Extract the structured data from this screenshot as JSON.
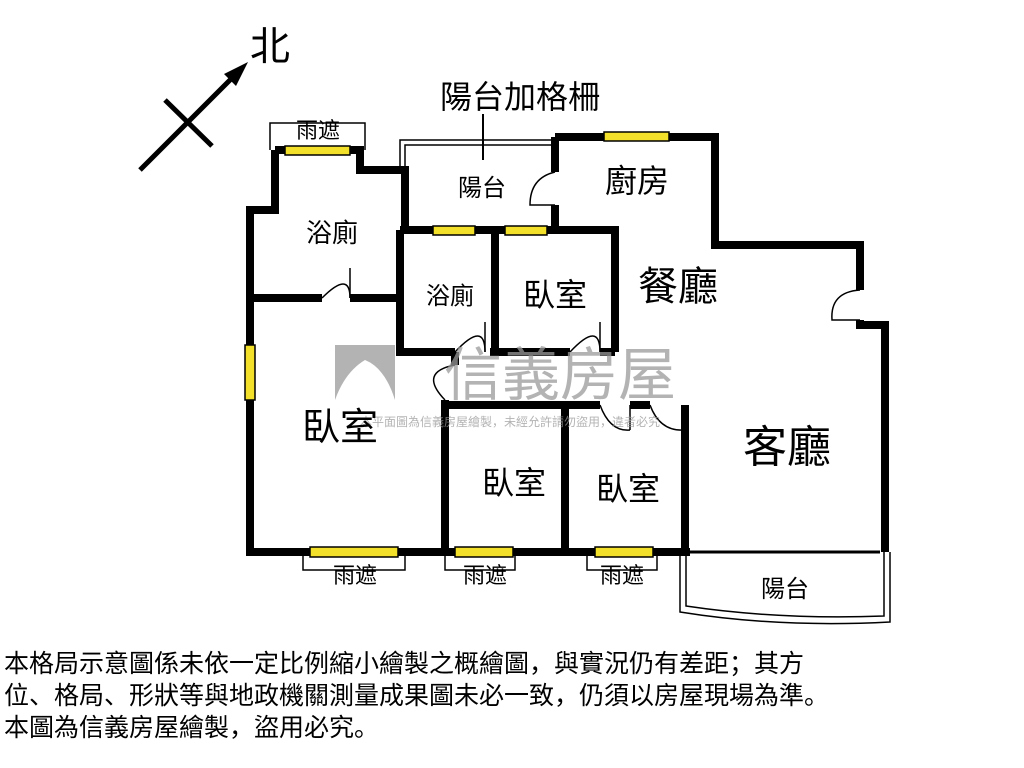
{
  "compass": {
    "north_label": "北"
  },
  "annotation": {
    "balcony_railing": "陽台加格柵"
  },
  "rooms": {
    "bath_left": "浴廁",
    "bath_mid": "浴廁",
    "balcony_top": "陽台",
    "kitchen": "廚房",
    "dining": "餐廳",
    "bedroom_small": "臥室",
    "bedroom_master": "臥室",
    "bedroom_mid": "臥室",
    "bedroom_right": "臥室",
    "living": "客廳",
    "balcony_bottom": "陽台"
  },
  "awnings": [
    "雨遮",
    "雨遮",
    "雨遮",
    "雨遮"
  ],
  "watermark": {
    "brand": "信義房屋",
    "notice": "本平面圖為信義房屋繪製，未經允許請勿盜用，違者必究"
  },
  "disclaimer": [
    "本格局示意圖係未依一定比例縮小繪製之概繪圖，與實況仍有差距；其方",
    "位、格局、形狀等與地政機關測量成果圖未必一致，仍須以房屋現場為準。",
    "本圖為信義房屋繪製，盜用必究。"
  ],
  "colors": {
    "wall": "#000000",
    "window": "#f2e02a",
    "watermark": "#9a9a9a"
  }
}
